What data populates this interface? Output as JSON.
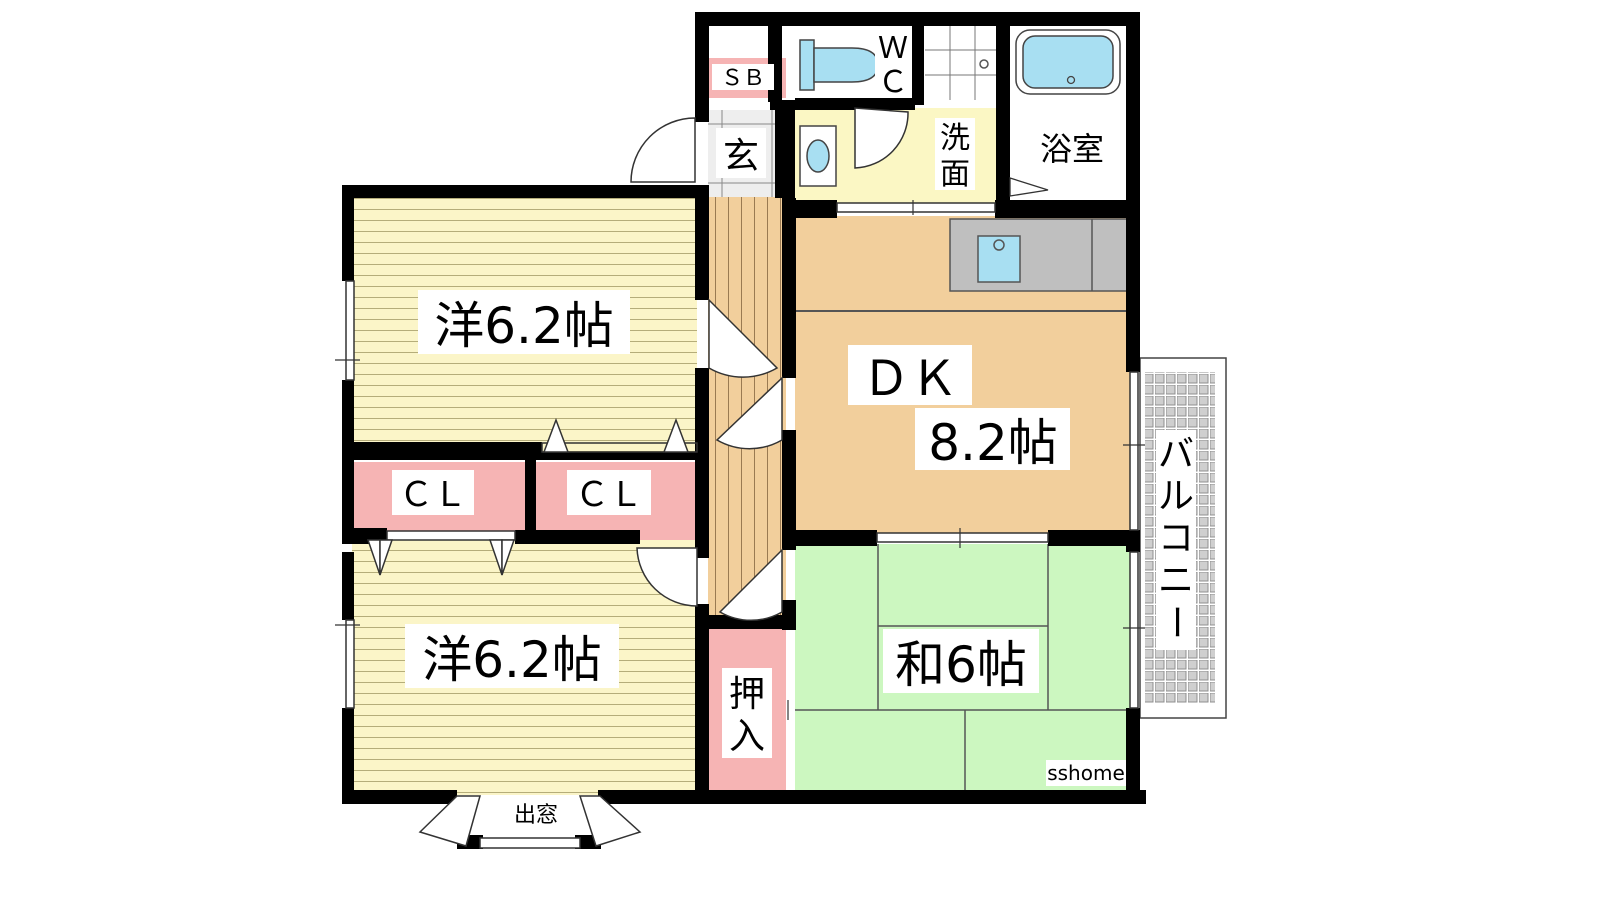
{
  "rooms": {
    "western_top": "洋6.2帖",
    "western_bottom": "洋6.2帖",
    "closet_left": "ＣＬ",
    "closet_right": "ＣＬ",
    "dk_name": "ＤＫ",
    "dk_size": "8.2帖",
    "japanese": "和6帖",
    "oshiire": [
      "押",
      "入"
    ],
    "genkan": "玄",
    "shoe_box": "ＳＢ",
    "wc": [
      "Ｗ",
      "Ｃ"
    ],
    "senmen": [
      "洗",
      "面"
    ],
    "bathroom": "浴室",
    "balcony": [
      "バ",
      "ル",
      "コ",
      "ニ",
      "ー"
    ],
    "bay_window": "出窓"
  },
  "watermark": "sshome",
  "colors": {
    "wall": "#000000",
    "western_floor": "#fbf5c8",
    "floor_lines": "#b5ad7a",
    "closet": "#f6b4b4",
    "dk": "#f2cf9c",
    "japanese": "#ccf7c0",
    "hallway": "#f2cf9c",
    "wet_area": "#fbf7c4",
    "bath_fill": "#a8dff2",
    "kitchen_counter": "#bfbfbf",
    "balcony_grid": "#8f8f8f"
  }
}
